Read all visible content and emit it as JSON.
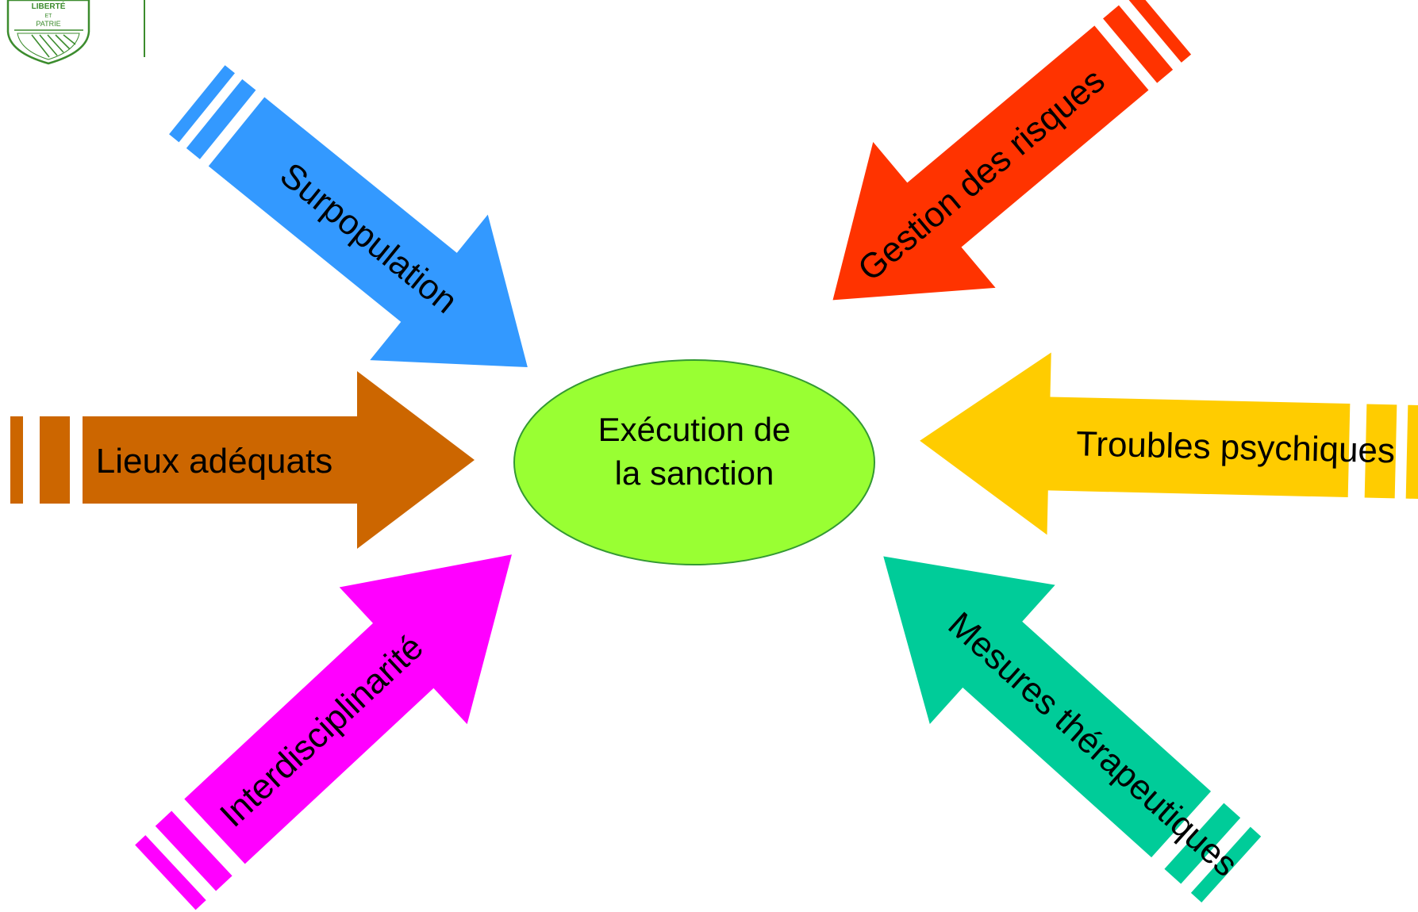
{
  "logo": {
    "motto_line1": "LIBERTÉ",
    "motto_line2": "ET",
    "motto_line3": "PATRIE",
    "color": "#3c8c2e"
  },
  "center": {
    "line1": "Exécution de",
    "line2": "la sanction",
    "fill": "#99ff33",
    "stroke": "#339933"
  },
  "arrows": {
    "surpopulation": {
      "label": "Surpopulation",
      "color": "#3399ff"
    },
    "gestion": {
      "label": "Gestion des risques",
      "color": "#ff3300"
    },
    "lieux": {
      "label": "Lieux adéquats",
      "color": "#cc6600"
    },
    "troubles": {
      "label": "Troubles psychiques",
      "color": "#ffcc00"
    },
    "interdisciplinarite": {
      "label": "Interdisciplinarité",
      "color": "#ff00ff"
    },
    "mesures": {
      "label": "Mesures thérapeutiques",
      "color": "#00cc99"
    }
  }
}
